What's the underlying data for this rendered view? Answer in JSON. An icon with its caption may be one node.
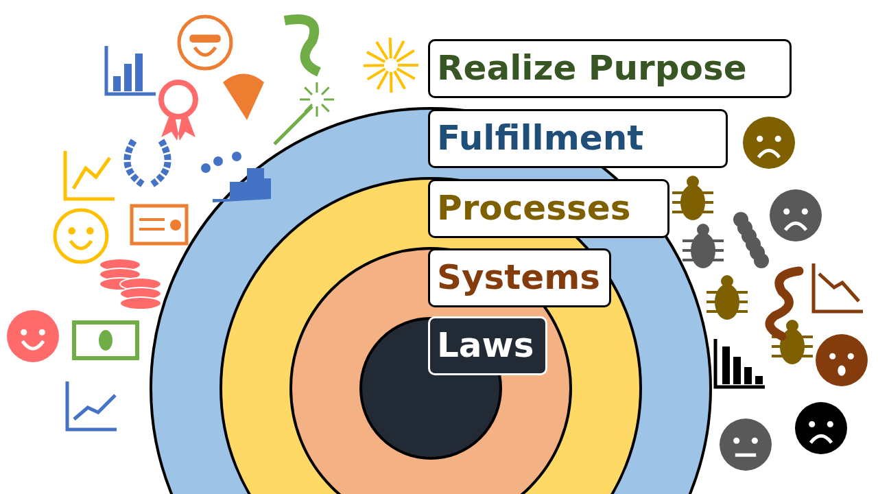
{
  "diagram": {
    "nodes": [
      {
        "text": [
          "Realize Purpose"
        ]
      },
      {
        "text": [
          "Fulfillment"
        ]
      },
      {
        "text": [
          "Processes"
        ]
      },
      {
        "text": [
          "Systems"
        ]
      },
      {
        "text": [
          "Laws"
        ]
      }
    ]
  }
}
